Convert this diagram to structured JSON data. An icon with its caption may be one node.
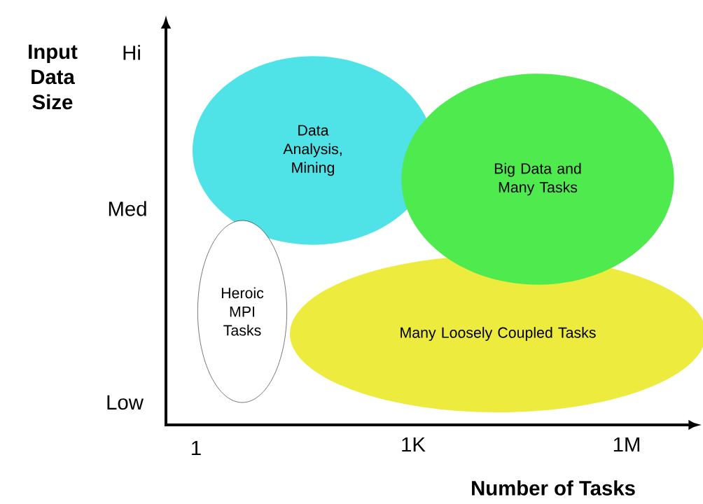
{
  "diagram": {
    "nodes": [
      {
        "text": [
          "Data Analysis, Mining"
        ]
      },
      {
        "text": [
          "Big Data and Many Tasks"
        ]
      },
      {
        "text": [
          "Heroic MPI Tasks"
        ]
      },
      {
        "text": [
          "Many Loosely Coupled Tasks"
        ]
      }
    ],
    "labels": [
      "Input Data Size",
      "Hi",
      "Med",
      "Low",
      "1",
      "1K",
      "1M",
      "Number of Tasks"
    ]
  }
}
